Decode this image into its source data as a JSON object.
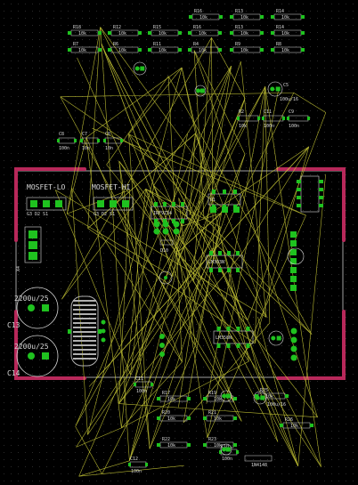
{
  "board": {
    "colors": {
      "background": "#000000",
      "grid": "#2a2a2a",
      "outline": "#a0a0a0",
      "corner_marks": "#b8285a",
      "airwire": "#d6d63a",
      "pad": "#1fc21f",
      "silkscreen": "#d8d8d8",
      "heatsink": "#b0b0b0"
    },
    "connectors": {
      "mosfet_lo": "MOSFET-LO",
      "mosfet_hi": "MOSFET-HI",
      "lo_pins": "G3 D2 S1",
      "hi_pins": "G3 D2 S1"
    },
    "caps": {
      "c13": "C13",
      "c14": "C14",
      "c13_value": "2200u/25",
      "c14_value": "2200u/25"
    },
    "parts": {
      "top_row": [
        "R18",
        "R12",
        "R15",
        "R16",
        "R13",
        "R14"
      ],
      "top_vals": [
        "10k",
        "10k",
        "10k",
        "10k",
        "10k",
        "10k"
      ],
      "second_row": [
        "R7",
        "R6",
        "R11",
        "R4",
        "R9",
        "R8"
      ],
      "second_vals": [
        "10k",
        "10k",
        "10k",
        "10k",
        "10k",
        "10k"
      ],
      "c_row": [
        "C8",
        "C7",
        "C6"
      ],
      "c_vals": [
        "100n",
        "10n",
        "10n"
      ],
      "mid_labels": [
        "U1",
        "LM393N",
        "LM358N",
        "IRF9Z34",
        "D10",
        "X1",
        "X2"
      ],
      "bottom_labels": [
        "R17",
        "R19",
        "R20",
        "R21",
        "R22",
        "R23",
        "C10",
        "C11",
        "C12",
        "R25",
        "R26"
      ],
      "cap_value": "100u/16",
      "resistor_value": "10k",
      "cap_small": "100n",
      "bottom_diode": "1N4148"
    }
  }
}
